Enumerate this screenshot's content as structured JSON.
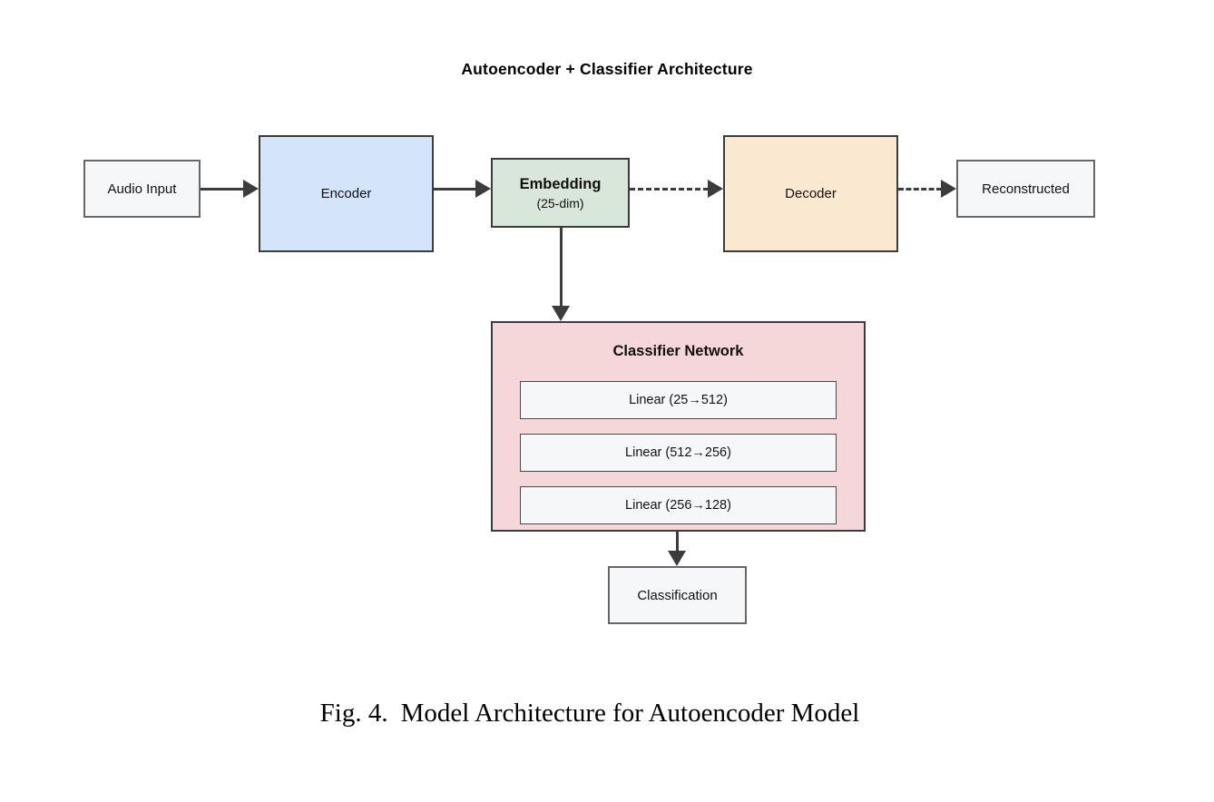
{
  "diagram": {
    "title": "Autoencoder + Classifier Architecture",
    "nodes": {
      "audio_input": {
        "label": "Audio Input"
      },
      "encoder": {
        "label": "Encoder"
      },
      "embedding": {
        "label": "Embedding",
        "sublabel": "(25-dim)"
      },
      "decoder": {
        "label": "Decoder"
      },
      "reconstructed": {
        "label": "Reconstructed"
      },
      "classifier": {
        "label": "Classifier Network",
        "layers": [
          "Linear (25→512)",
          "Linear (512→256)",
          "Linear (256→128)"
        ]
      },
      "classification": {
        "label": "Classification"
      }
    },
    "colors": {
      "encoder_fill": "#d4e4fb",
      "embedding_fill": "#d9e6da",
      "decoder_fill": "#fae8d0",
      "classifier_fill": "#f5d7da",
      "io_fill": "#f6f7f9",
      "border_dark": "#3c3c3c",
      "border_io": "#676767",
      "arrow": "#3c3c3c",
      "background": "#ffffff",
      "text": "#111111"
    },
    "caption": {
      "fig_label": "Fig. 4.",
      "text": "Model Architecture for Autoencoder Model"
    }
  }
}
